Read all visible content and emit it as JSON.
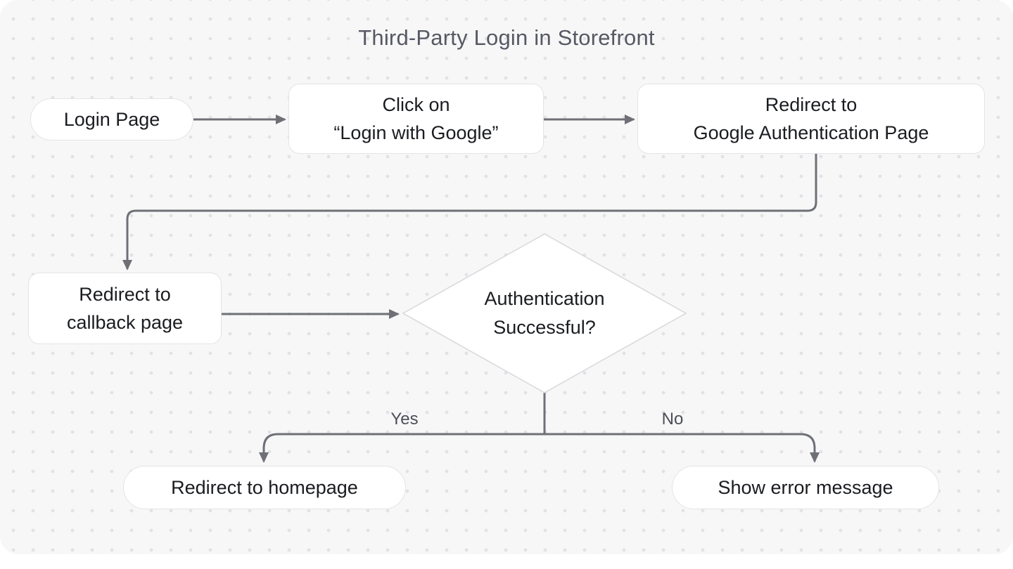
{
  "title": "Third-Party Login in Storefront",
  "nodes": {
    "login_page": {
      "label": "Login Page",
      "shape": "pill"
    },
    "click_login_google": {
      "label": "Click on\n“Login with Google”",
      "shape": "rounded-rect"
    },
    "redirect_google_auth": {
      "label": "Redirect to\nGoogle Authentication Page",
      "shape": "rounded-rect"
    },
    "redirect_callback": {
      "label": "Redirect to\ncallback page",
      "shape": "rounded-rect"
    },
    "auth_successful": {
      "label": "Authentication\nSuccessful?",
      "shape": "diamond"
    },
    "redirect_homepage": {
      "label": "Redirect to homepage",
      "shape": "pill"
    },
    "show_error": {
      "label": "Show error message",
      "shape": "pill"
    }
  },
  "edges": [
    {
      "from": "login_page",
      "to": "click_login_google",
      "label": ""
    },
    {
      "from": "click_login_google",
      "to": "redirect_google_auth",
      "label": ""
    },
    {
      "from": "redirect_google_auth",
      "to": "redirect_callback",
      "label": ""
    },
    {
      "from": "redirect_callback",
      "to": "auth_successful",
      "label": ""
    },
    {
      "from": "auth_successful",
      "to": "redirect_homepage",
      "label": "Yes"
    },
    {
      "from": "auth_successful",
      "to": "show_error",
      "label": "No"
    }
  ],
  "edge_labels": {
    "yes": "Yes",
    "no": "No"
  },
  "colors": {
    "page_bg": "#ffffff",
    "canvas_bg": "#f7f7f8",
    "dot": "#e2e2e6",
    "node_bg": "#ffffff",
    "node_border": "#e4e4e7",
    "diamond_border": "#d8d8dd",
    "connector": "#6e7076",
    "node_text": "#1a1c20",
    "title_text": "#565963",
    "edge_label_text": "#4d4f56"
  }
}
